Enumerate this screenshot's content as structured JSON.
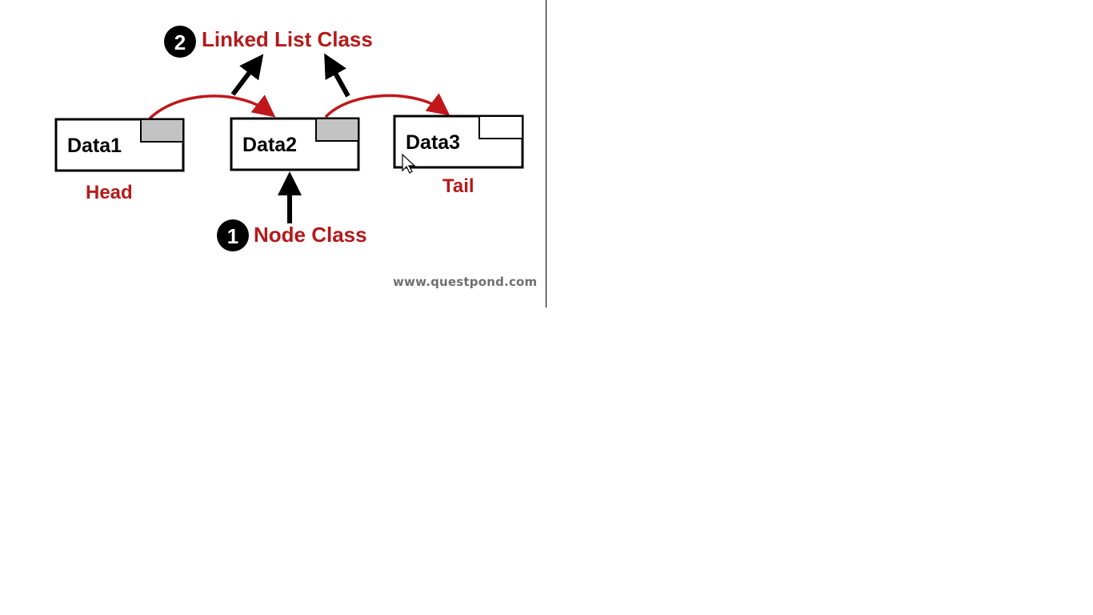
{
  "nodes": [
    {
      "label": "Data1",
      "pointer_filled": true
    },
    {
      "label": "Data2",
      "pointer_filled": true
    },
    {
      "label": "Data3",
      "pointer_filled": false
    }
  ],
  "labels": {
    "head": "Head",
    "tail": "Tail",
    "linked_list_class": "Linked List Class",
    "node_class": "Node Class",
    "badge_linked_list": "2",
    "badge_node": "1"
  },
  "watermark": "www.questpond.com",
  "colors": {
    "label_red": "#b5191a",
    "link_arrow_red": "#c0171b",
    "pointer_fill": "#c3c3c3",
    "outline": "#000000"
  },
  "icons": {
    "cursor": "mouse-pointer-icon"
  }
}
